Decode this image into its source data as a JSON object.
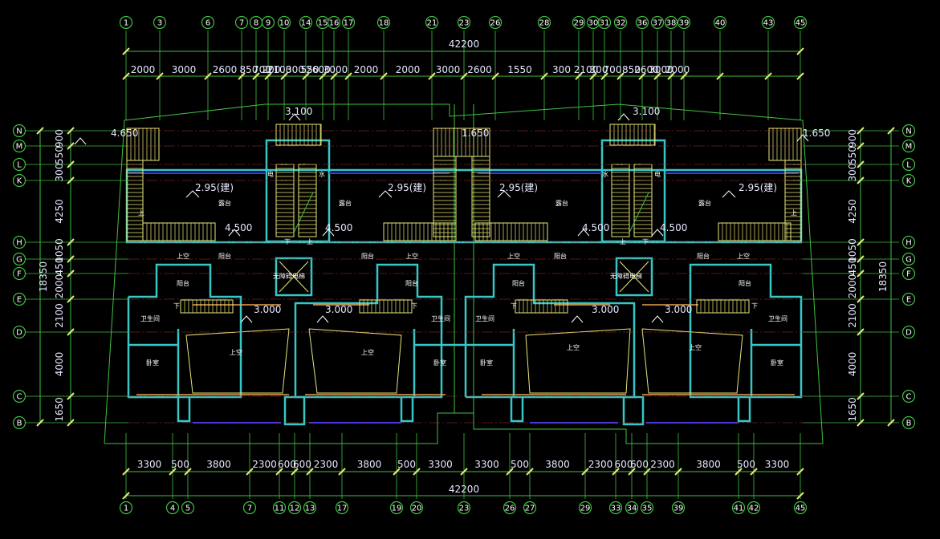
{
  "colors": {
    "background": "#000000",
    "grid_axis": "#3fc23f",
    "dimension": "#3fc23f",
    "wall": "#37c7c7",
    "fixture": "#e9e77a",
    "text": "#ffffff",
    "railing": "#3a3aff",
    "axis_line": "#ff6666"
  },
  "totals": {
    "top": "42200",
    "bottom": "42200",
    "left": "18350",
    "right": "18350"
  },
  "axes_top": [
    "1",
    "3",
    "6",
    "7",
    "8",
    "9",
    "10",
    "14",
    "15",
    "16",
    "17",
    "18",
    "21",
    "23",
    "26",
    "28",
    "29",
    "30",
    "31",
    "32",
    "36",
    "37",
    "38",
    "39",
    "40",
    "43",
    "45"
  ],
  "axes_bottom": [
    "1",
    "4",
    "5",
    "7",
    "11",
    "12",
    "13",
    "17",
    "19",
    "20",
    "23",
    "26",
    "27",
    "29",
    "33",
    "34",
    "35",
    "39",
    "41",
    "42",
    "45"
  ],
  "axes_rows": [
    "N",
    "M",
    "L",
    "K",
    "H",
    "G",
    "F",
    "E",
    "D",
    "C",
    "B"
  ],
  "dims_top": [
    "2000",
    "3000",
    "2600",
    "850",
    "700",
    "200",
    "2100",
    "300",
    "550",
    "2600",
    "3000",
    "2000",
    "2000",
    "3000",
    "2600",
    "1550",
    "300",
    "2100",
    "300",
    "700",
    "850",
    "2600",
    "3000",
    "2000"
  ],
  "dims_bottom": [
    "3300",
    "500",
    "3800",
    "2300",
    "600",
    "600",
    "2300",
    "3800",
    "500",
    "3300",
    "3300",
    "500",
    "3800",
    "2300",
    "600",
    "600",
    "2300",
    "3800",
    "500",
    "3300"
  ],
  "dims_side": [
    "900",
    "550",
    "300",
    "4250",
    "1050",
    "450",
    "2000",
    "2100",
    "4000",
    "1650"
  ],
  "elevations": [
    "4.650",
    "3.100",
    "1.650",
    "2.95(建)",
    "4.500",
    "3.000",
    "3.100",
    "1.650"
  ],
  "room_labels": {
    "terrace": "露台",
    "balcony": "阳台",
    "void": "上空",
    "bedroom": "卧室",
    "bathroom": "卫生间",
    "elevator": "无障碍电梯",
    "up": "上",
    "down": "下",
    "electric": "电",
    "water": "水"
  }
}
